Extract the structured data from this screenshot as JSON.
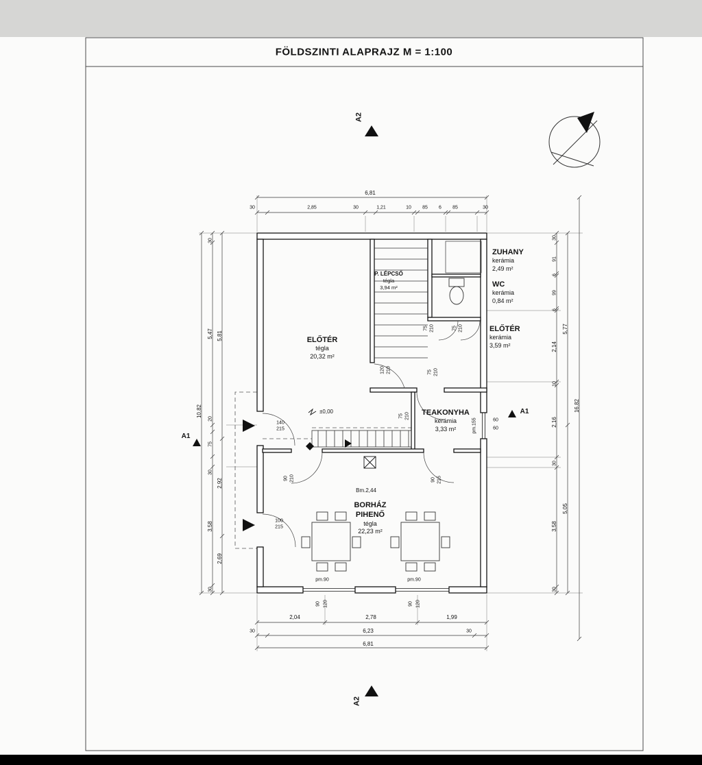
{
  "title": "FÖLDSZINTI ALAPRAJZ M = 1:100",
  "markers": {
    "a1": "A1",
    "a2": "A2"
  },
  "rooms": {
    "eloter_main": {
      "name": "ELŐTÉR",
      "material": "tégla",
      "area": "20,32 m²"
    },
    "lepcso": {
      "name": "P. LÉPCSŐ",
      "material": "tégla",
      "area": "3,94 m²"
    },
    "zuhany": {
      "name": "ZUHANY",
      "material": "kerámia",
      "area": "2,49 m²"
    },
    "wc": {
      "name": "WC",
      "material": "kerámia",
      "area": "0,84 m²"
    },
    "eloter_small": {
      "name": "ELŐTÉR",
      "material": "kerámia",
      "area": "3,59 m²"
    },
    "teakonyha": {
      "name": "TEAKONYHA",
      "material": "kerámia",
      "area": "3,33 m²"
    },
    "borhaz": {
      "name1": "BORHÁZ",
      "name2": "PIHENŐ",
      "material": "tégla",
      "area": "22,23 m²"
    }
  },
  "annotations": {
    "level": "±0,00",
    "height": "Bm.2,44",
    "door_left_upper_w": "140",
    "door_left_upper_h": "215",
    "door_left_lower_w": "100",
    "door_left_lower_h": "215",
    "parapet_left": "pm.90",
    "parapet_right": "pm.90",
    "parapet_kitchen": "pm.155",
    "niche_a": "60",
    "niche_b": "60"
  },
  "openings": {
    "wc_door_w": "75",
    "wc_door_h": "210",
    "shower_door_w": "75",
    "shower_door_h": "210",
    "hall_door_w": "75",
    "hall_door_h": "210",
    "stair_door_w": "120",
    "stair_door_h": "210",
    "kitchen_door_w": "75",
    "kitchen_door_h": "210",
    "borhaz_door1_w": "90",
    "borhaz_door1_h": "210",
    "borhaz_door2_w": "90",
    "borhaz_door2_h": "215"
  },
  "dims": {
    "top_total": "6,81",
    "top": [
      "30",
      "2,85",
      "30",
      "1,21",
      "10",
      "85",
      "6",
      "85",
      "30"
    ],
    "bottom_inner": [
      "2,04",
      "2,78",
      "1,99"
    ],
    "bottom_mid": [
      "30",
      "6,23",
      "30"
    ],
    "bottom_total": "6,81",
    "left_total": "10,82",
    "left_inner": [
      "30",
      "5,47",
      "20",
      "75",
      "30",
      "3,58",
      "30"
    ],
    "left_mid": [
      "5,81",
      "2,92",
      "2,69"
    ],
    "right_inner": [
      "30",
      "91",
      "6",
      "99",
      "6",
      "2,14",
      "10",
      "2,16",
      "30",
      "3,58",
      "30"
    ],
    "right_mid": [
      "5,77",
      "5,05"
    ],
    "right_total": "16,82",
    "window_left_w": "90",
    "window_left_h": "120",
    "window_right_w": "90",
    "window_right_h": "120"
  }
}
